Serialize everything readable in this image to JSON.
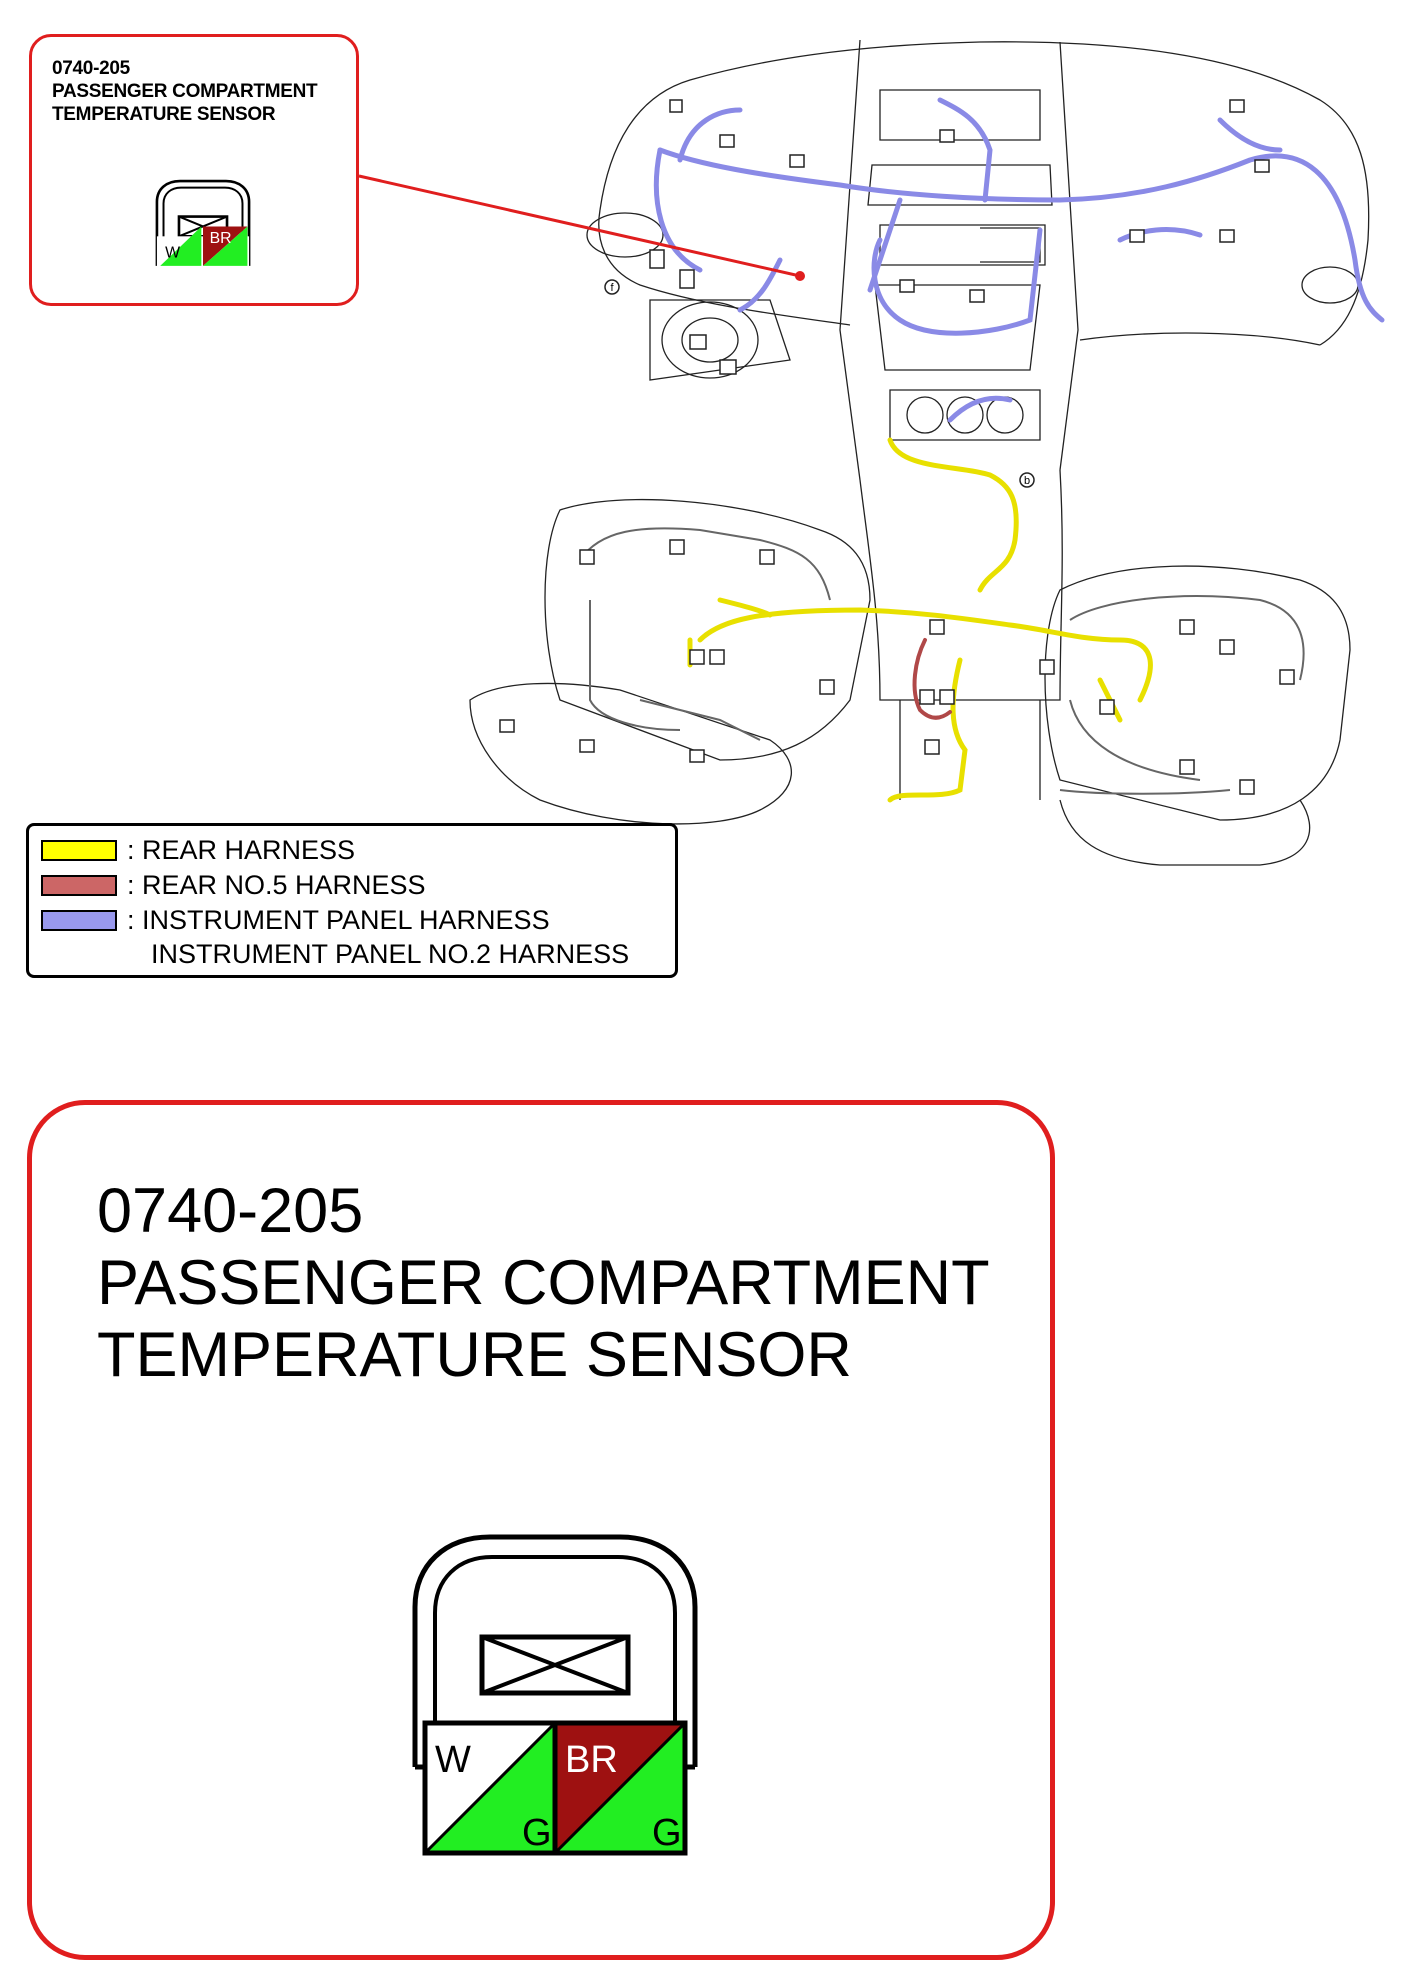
{
  "callout_small": {
    "code": "0740-205",
    "line1": "PASSENGER COMPARTMENT",
    "line2": "TEMPERATURE SENSOR"
  },
  "callout_large": {
    "code": "0740-205",
    "line1": "PASSENGER COMPARTMENT",
    "line2": "TEMPERATURE SENSOR"
  },
  "connector": {
    "pin_left_top": "W",
    "pin_left_bottom": "G",
    "pin_right_top": "BR",
    "pin_right_bottom": "G",
    "colors": {
      "white": "#ffffff",
      "green": "#22ee22",
      "brown": "#9e1111"
    }
  },
  "legend": {
    "items": [
      {
        "label": ": REAR HARNESS",
        "color": "#ffff00"
      },
      {
        "label": ": REAR NO.5 HARNESS",
        "color": "#cc6666"
      },
      {
        "label": ": INSTRUMENT PANEL HARNESS",
        "color": "#9999ee"
      }
    ],
    "continuation": "INSTRUMENT PANEL NO.2 HARNESS"
  },
  "diagram_labels": {
    "marker_f": "f",
    "marker_b": "b"
  },
  "colors": {
    "callout_border": "#e01e1e",
    "rear_harness": "#e8e000",
    "rear_no5_harness": "#b04848",
    "instrument_panel_harness": "#8a8ae6"
  }
}
